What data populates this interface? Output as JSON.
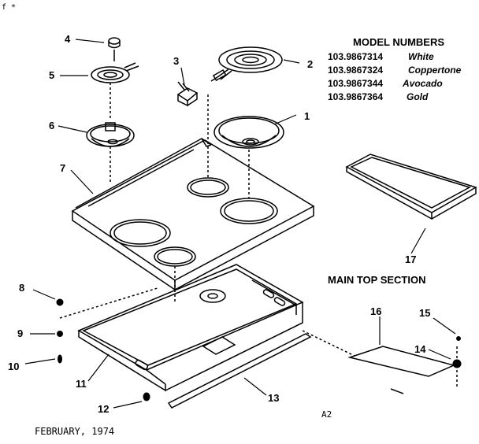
{
  "header_mark": "f *",
  "model_numbers": {
    "heading": "MODEL  NUMBERS",
    "rows": [
      {
        "number": "103.9867314",
        "color": "White"
      },
      {
        "number": "103.9867324",
        "color": "Coppertone"
      },
      {
        "number": "103.9867344",
        "color": "Avocado"
      },
      {
        "number": "103.9867364",
        "color": "Gold"
      }
    ]
  },
  "section_title": "MAIN TOP SECTION",
  "date": "FEBRUARY, 1974",
  "page_ref": "A2",
  "callouts": [
    "1",
    "2",
    "3",
    "4",
    "5",
    "6",
    "7",
    "8",
    "9",
    "10",
    "11",
    "12",
    "13",
    "14",
    "15",
    "16",
    "17"
  ]
}
